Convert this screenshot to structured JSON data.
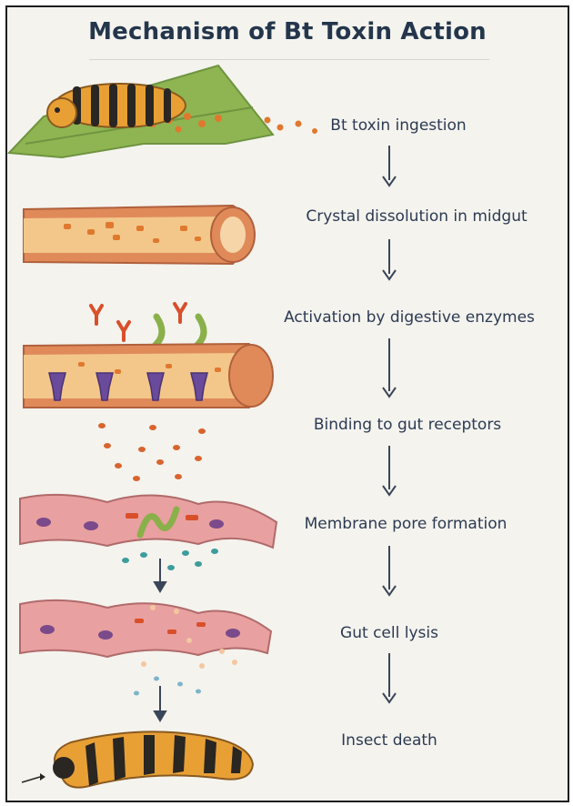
{
  "title": "Mechanism of Bt Toxin Action",
  "steps": [
    {
      "label": "Bt toxin ingestion"
    },
    {
      "label": "Crystal dissolution in midgut"
    },
    {
      "label": "Activation by digestive enzymes"
    },
    {
      "label": "Binding to gut receptors"
    },
    {
      "label": "Membrane pore formation"
    },
    {
      "label": "Gut cell lysis"
    },
    {
      "label": "Insect death"
    }
  ],
  "colors": {
    "title": "#24364c",
    "text": "#2c3a52",
    "arrow": "#3a4658",
    "gut_tissue": "#e08a5a",
    "gut_lumen": "#f3c78a",
    "toxin_crystal": "#e0782e",
    "receptor": "#6a4a9a",
    "enzyme_green": "#8ab04a",
    "leaf": "#8fb552",
    "caterpillar_orange": "#e8a035",
    "caterpillar_stripe": "#2a2622"
  }
}
